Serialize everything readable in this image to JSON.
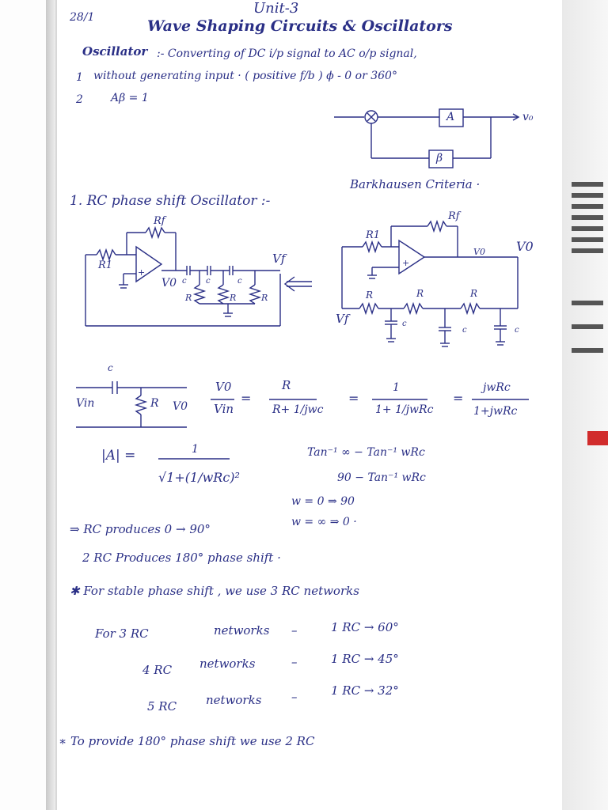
{
  "header": {
    "date": "28/1",
    "unit": "Unit-3",
    "title": "Wave Shaping Circuits & Oscillators"
  },
  "oscillator": {
    "term": "Oscillator",
    "definition": ":- Converting of DC i/p signal to AC o/p signal,",
    "point1_num": "1",
    "point1_text": "without generating input · ( positive f/b ) ϕ - 0 or 360°",
    "point2_num": "2",
    "point2_text": "Aβ = 1"
  },
  "block_diagram": {
    "amp_label": "A",
    "feedback_label": "β",
    "output_label": "v₀",
    "caption": "Barkhausen Criteria ·"
  },
  "rc_section": {
    "heading": "1. RC phase shift Oscillator :-"
  },
  "circuit1": {
    "labels": [
      "Rf",
      "R1",
      "Vf",
      "V0",
      "c",
      "c",
      "c",
      "R",
      "R",
      "R",
      "+"
    ]
  },
  "circuit2": {
    "labels": [
      "R1",
      "Rf",
      "V0",
      "V0",
      "Vf",
      "R",
      "R",
      "R",
      "c",
      "c",
      "c",
      "+"
    ]
  },
  "rc_network": {
    "cap": "c",
    "res": "R",
    "vin": "Vin",
    "vout": "V0"
  },
  "equations": {
    "transfer_lhs_num": "V0",
    "transfer_lhs_den": "Vin",
    "t1_num": "R",
    "t1_den": "R+ 1/jwc",
    "t2_num": "1",
    "t2_den": "1+ 1/jwRc",
    "t3_num": "jwRc",
    "t3_den": "1+jwRc",
    "mag_lhs": "|A| =",
    "mag_num": "1",
    "mag_den": "√1+(1/wRc)²",
    "phase1": "Tan⁻¹ ∞  −  Tan⁻¹ wRc",
    "phase2": "90  −  Tan⁻¹ wRc",
    "phase3": "w = 0   ⇒   90",
    "phase4": "w = ∞   ⇒   0 ·"
  },
  "notes": {
    "n1": "⇒ RC  produces   0 → 90°",
    "n2": "2 RC   Produces   180° phase shift ·",
    "n3": "✱ For   stable   phase shift ,   we   use   3 RC   networks",
    "r1a": "For  3  RC",
    "r1b": "networks",
    "r1c": "–",
    "r1d": "1 RC  → 60°",
    "r2a": "4 RC",
    "r2b": "networks",
    "r2c": "–",
    "r2d": "1 RC  → 45°",
    "r3a": "5 RC",
    "r3b": "networks",
    "r3c": "–",
    "r3d": "1 RC  → 32°",
    "n4": "∗ To   provide   180°  phase  shift   we   use   2 RC"
  },
  "colors": {
    "ink": "#2a2f86",
    "paper": "#ffffff",
    "tab_red": "#d12c2c"
  }
}
